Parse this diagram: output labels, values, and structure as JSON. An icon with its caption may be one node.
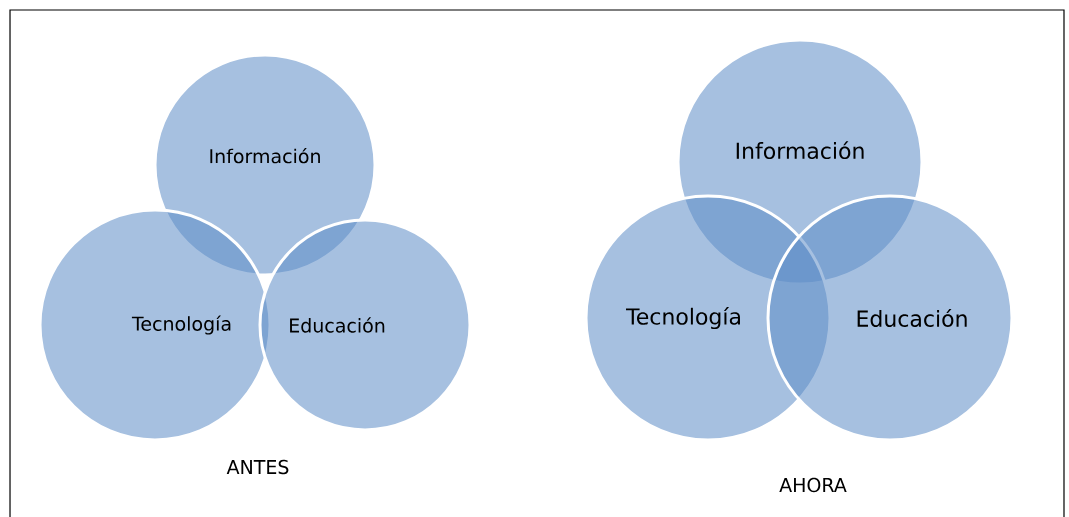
{
  "diagram": {
    "nodes": [
      {
        "text": [
          "Información"
        ]
      },
      {
        "text": [
          "Tecnología"
        ]
      },
      {
        "text": [
          "Educación"
        ]
      },
      {
        "text": [
          "Información"
        ]
      },
      {
        "text": [
          "Tecnología"
        ]
      },
      {
        "text": [
          "Educación"
        ]
      }
    ],
    "labels": [
      "ANTES",
      "AHORA"
    ]
  }
}
